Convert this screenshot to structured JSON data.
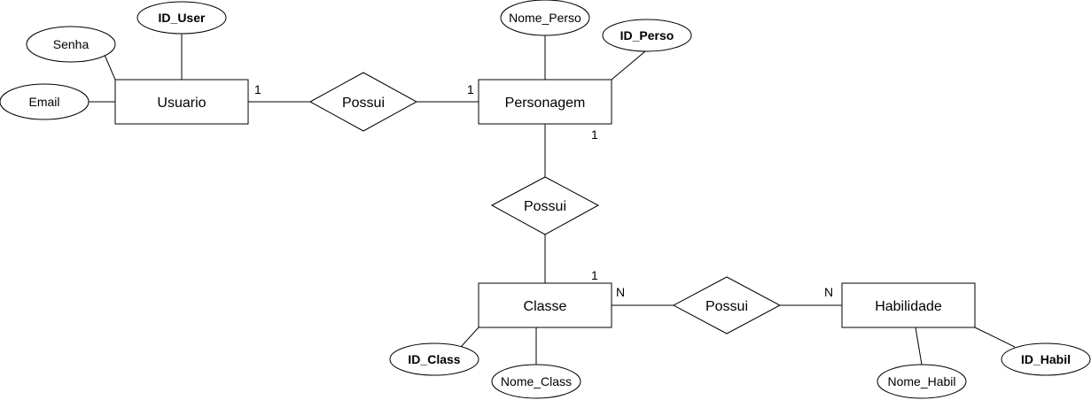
{
  "entities": {
    "usuario": "Usuario",
    "personagem": "Personagem",
    "classe": "Classe",
    "habilidade": "Habilidade"
  },
  "relationships": {
    "usuario_personagem": "Possui",
    "personagem_classe": "Possui",
    "classe_habilidade": "Possui"
  },
  "attributes": {
    "id_user": "ID_User",
    "senha": "Senha",
    "email": "Email",
    "nome_perso": "Nome_Perso",
    "id_perso": "ID_Perso",
    "id_class": "ID_Class",
    "nome_class": "Nome_Class",
    "nome_habil": "Nome_Habil",
    "id_habil": "ID_Habil"
  },
  "cardinalities": {
    "usuario_side": "1",
    "personagem_left": "1",
    "personagem_bottom": "1",
    "classe_top": "1",
    "classe_right": "N",
    "habilidade_left": "N"
  }
}
